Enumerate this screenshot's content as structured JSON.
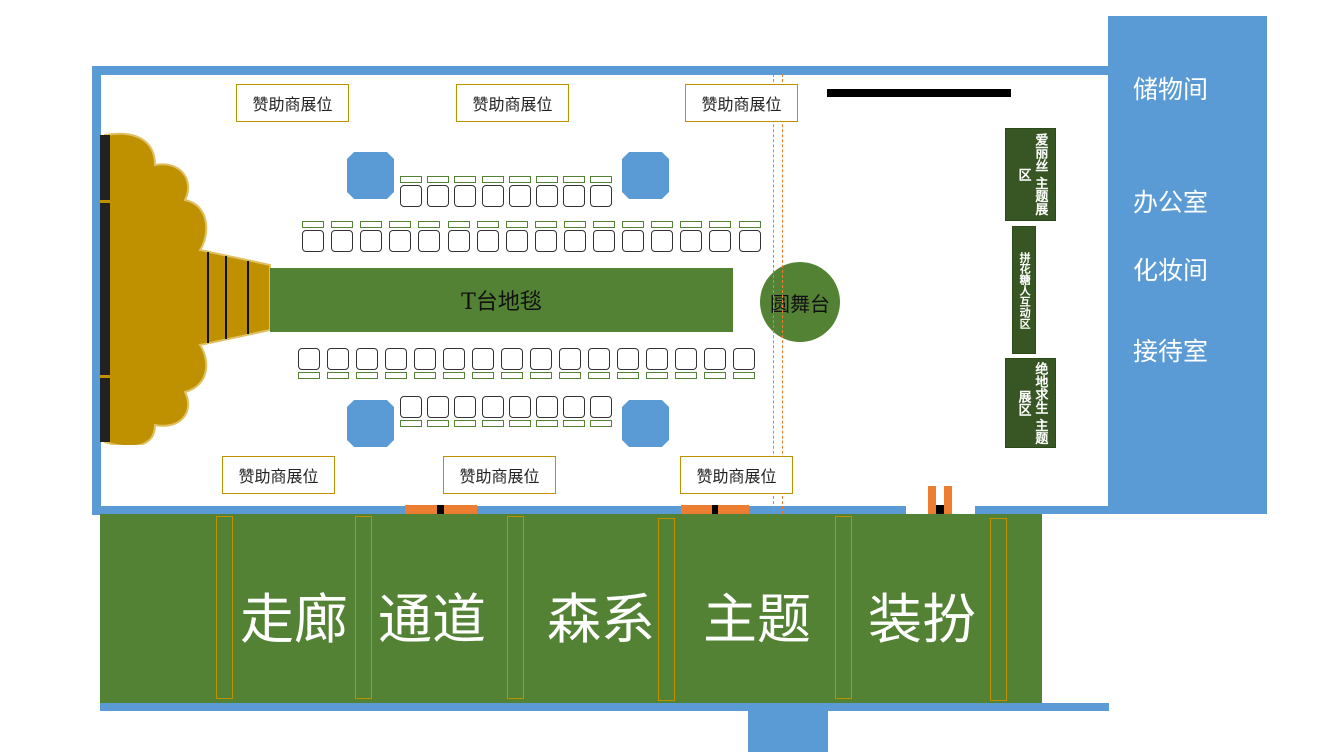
{
  "sponsor_label": "赞助商展位",
  "runway": {
    "label": "T台地毯"
  },
  "round_stage": {
    "label": "圆舞台"
  },
  "rooms": [
    {
      "label": "储物间"
    },
    {
      "label": "办公室"
    },
    {
      "label": "化妆间"
    },
    {
      "label": "接待室"
    },
    {
      "label": ""
    }
  ],
  "boards": [
    {
      "label": "爱丽丝 主题展区"
    },
    {
      "label": "拼花糖人互动区"
    },
    {
      "label": "绝地求生 主题展区"
    }
  ],
  "corridor": {
    "words": [
      "走廊",
      "通道",
      "森系",
      "主题",
      "装扮"
    ]
  },
  "colors": {
    "wall": "#5b9bd5",
    "green": "#548235",
    "stage": "#bf9000",
    "door": "#ed7d31",
    "board": "#375623"
  }
}
